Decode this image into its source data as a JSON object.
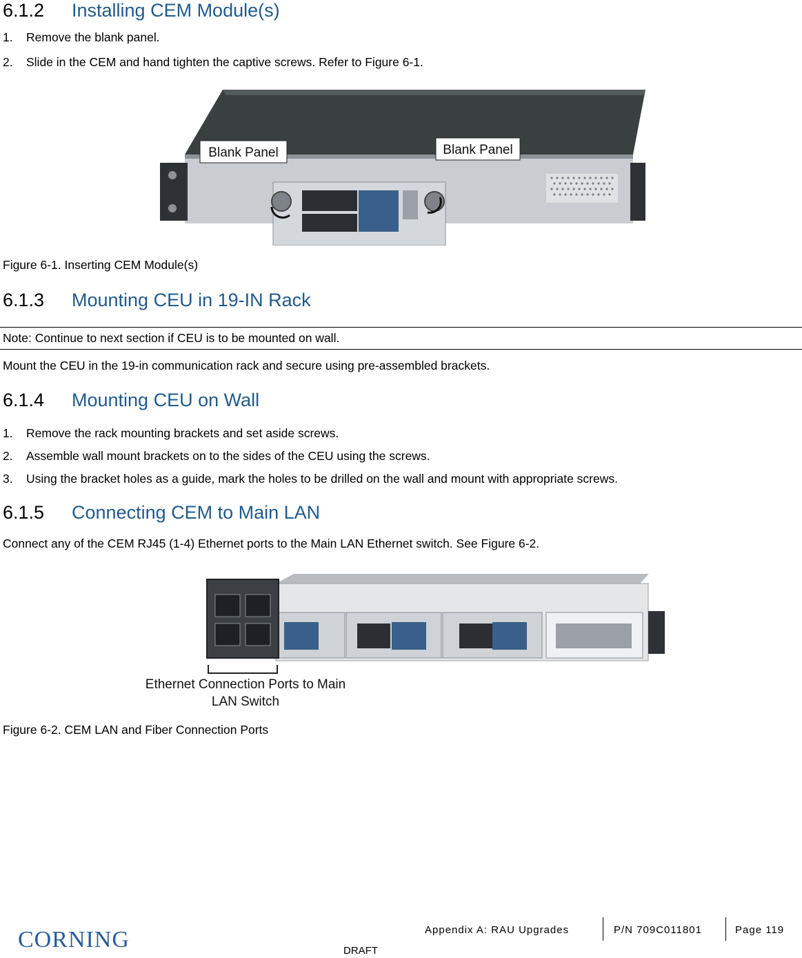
{
  "sections": {
    "s612": {
      "num": "6.1.2",
      "title": "Installing CEM Module(s)"
    },
    "s613": {
      "num": "6.1.3",
      "title": "Mounting CEU in 19-IN Rack"
    },
    "s614": {
      "num": "6.1.4",
      "title": "Mounting CEU on Wall"
    },
    "s615": {
      "num": "6.1.5",
      "title": "Connecting CEM to Main LAN"
    }
  },
  "install_steps": [
    {
      "n": "1.",
      "text": "Remove the blank panel."
    },
    {
      "n": "2.",
      "text": "Slide in the CEM and hand tighten the captive screws. Refer to Figure 6-1."
    }
  ],
  "figure1": {
    "caption": "Figure 6-1. Inserting CEM Module(s)",
    "label_left": "Blank Panel",
    "label_right": "Blank Panel"
  },
  "note": "Note: Continue to next section if CEU is to be mounted on wall.",
  "rack_text": "Mount the CEU in the 19-in communication rack and secure using pre-assembled brackets.",
  "wall_steps": [
    {
      "n": "1.",
      "text": "Remove the rack mounting brackets and set aside screws."
    },
    {
      "n": "2.",
      "text": "Assemble wall mount brackets on to the sides of the CEU using the screws."
    },
    {
      "n": "3.",
      "text": "Using the bracket holes as a guide, mark the holes to be drilled on the wall and mount with appropriate screws."
    }
  ],
  "lan_text": "Connect any of the CEM RJ45 (1-4) Ethernet ports to the Main LAN Ethernet switch. See Figure 6-2.",
  "figure2": {
    "caption": "Figure 6-2. CEM LAN and Fiber Connection Ports",
    "label_line1": "Ethernet Connection Ports to Main",
    "label_line2": "LAN Switch"
  },
  "footer": {
    "logo": "CORNING",
    "appendix": "Appendix A: RAU Upgrades",
    "pn": "P/N 709C011801",
    "page": "Page 119",
    "draft": "DRAFT"
  }
}
